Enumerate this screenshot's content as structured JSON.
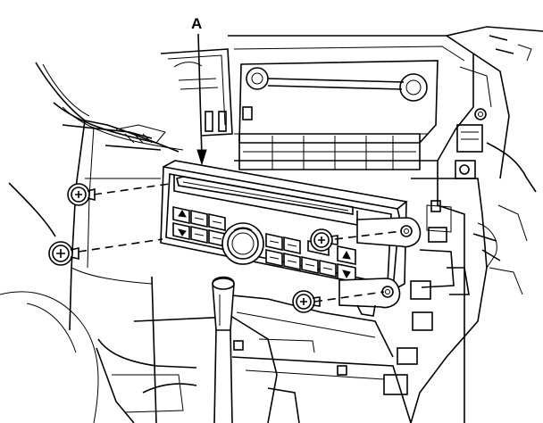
{
  "diagram": {
    "callout_label": "A",
    "parts": [
      {
        "id": "A",
        "name": "audio-unit"
      },
      {
        "name": "mounting-screw",
        "count": 4
      },
      {
        "name": "mounting-bracket",
        "count": 2
      }
    ]
  }
}
